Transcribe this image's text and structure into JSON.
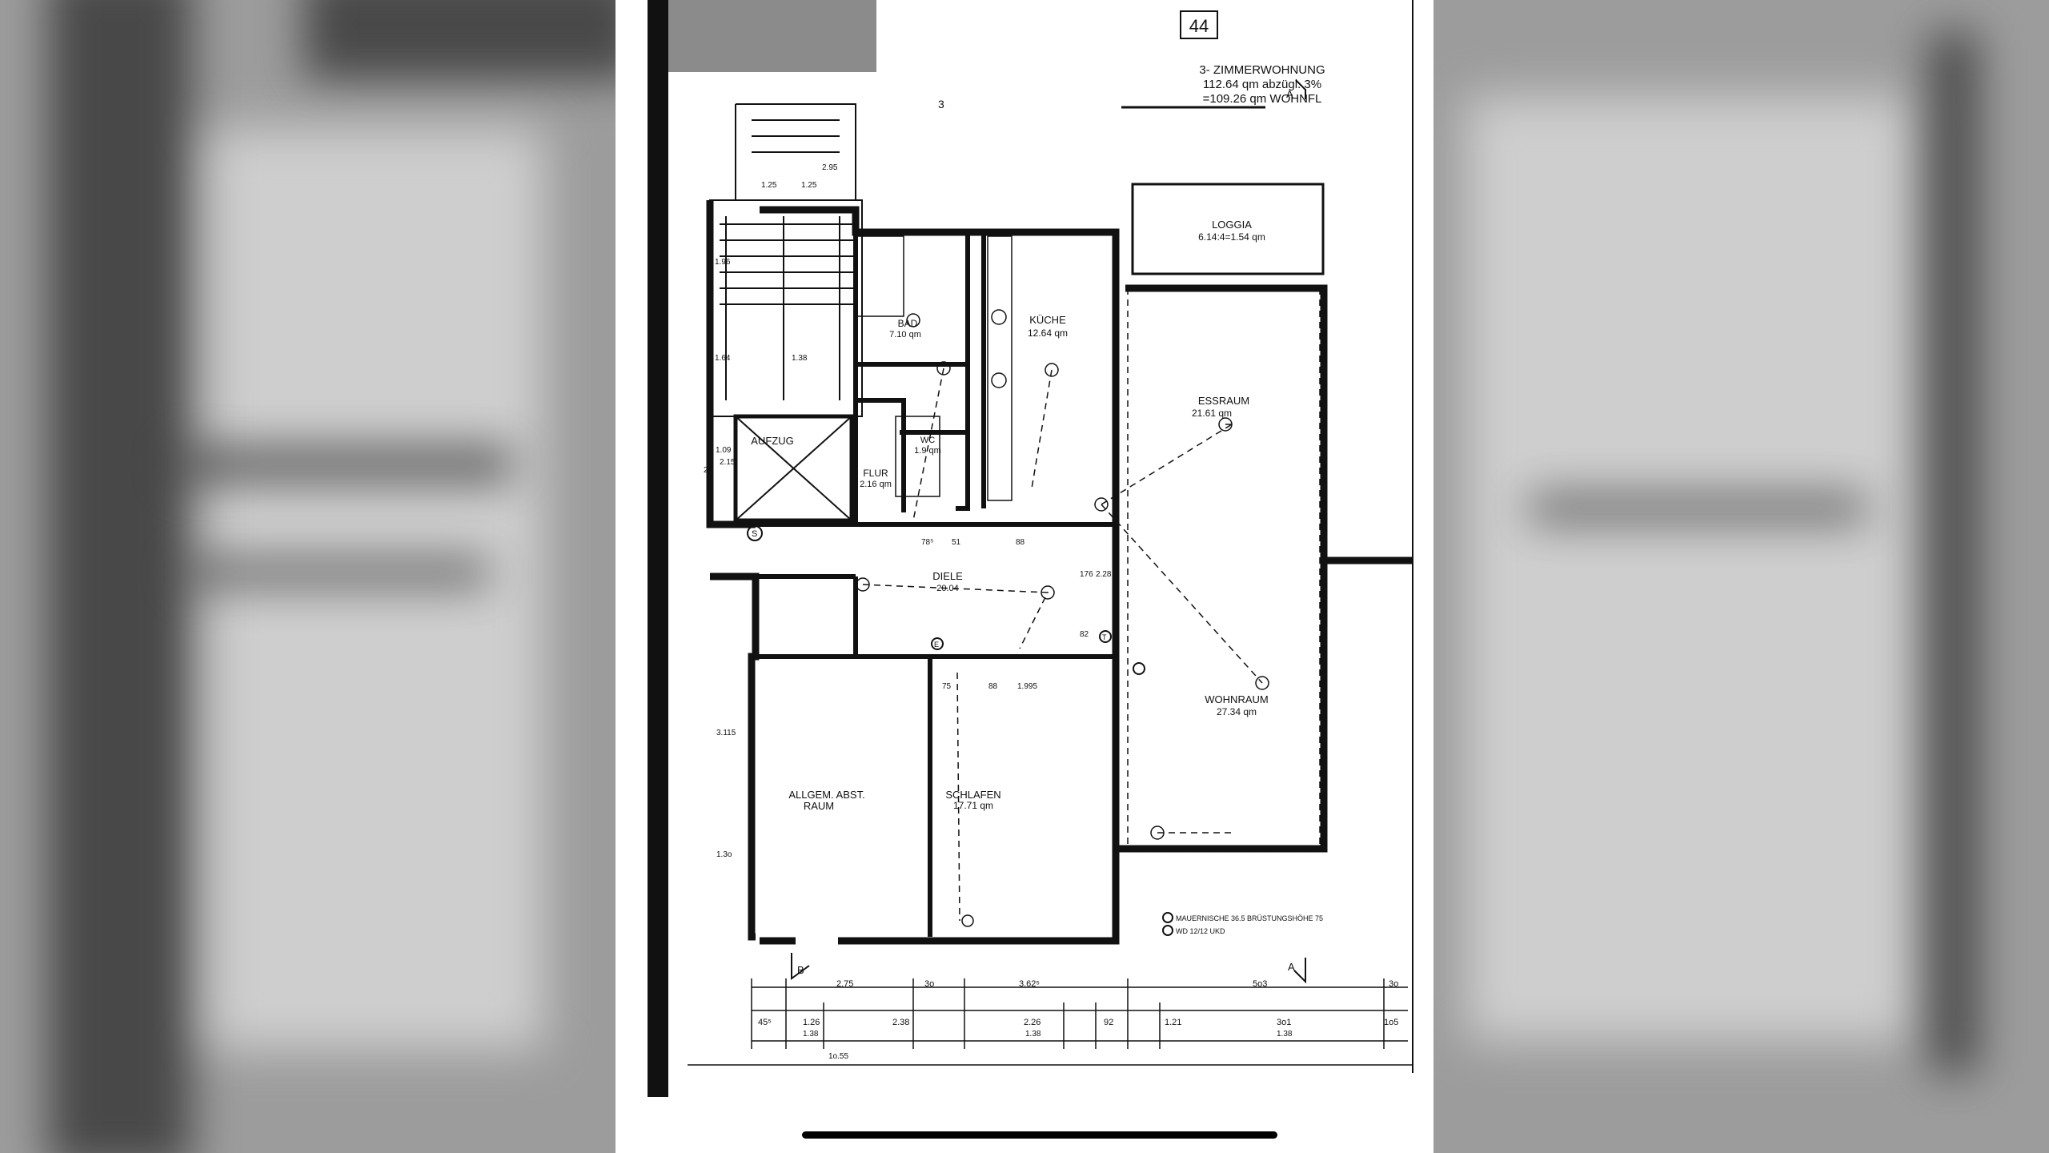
{
  "sheet_number": "44",
  "header": {
    "unit_type": "3- ZIMMERWOHNUNG",
    "area_line": "112.64 qm abzügl. 3%",
    "living_area": "=109.26 qm WOHNFL",
    "building_label": "3"
  },
  "rooms": {
    "loggia": {
      "name": "LOGGIA",
      "area": "6.14:4=1.54 qm"
    },
    "kitchen": {
      "name": "KÜCHE",
      "area": "12.64 qm"
    },
    "bath": {
      "name": "BAD",
      "area": "7.10 qm"
    },
    "wc": {
      "name": "WC",
      "area": "1.9 qm"
    },
    "hall": {
      "name": "FLUR",
      "area": "2.16 qm"
    },
    "lift": {
      "name": "AUFZUG"
    },
    "dining": {
      "name": "ESSRAUM",
      "area": "21.61 qm"
    },
    "entry": {
      "name": "DIELE",
      "area": "20.04"
    },
    "living": {
      "name": "WOHNRAUM",
      "area": "27.34 qm"
    },
    "bedroom": {
      "name": "SCHLAFEN",
      "area": "17.71 qm"
    },
    "storage": {
      "name": "ALLGEM. ABST.",
      "name2": "RAUM"
    }
  },
  "legend": {
    "a": "MAUERNISCHE 36.5 BRÜSTUNGSHÖHE 75",
    "e": "WD 12/12 UKD"
  },
  "dimensions": {
    "row1": [
      "2.75",
      "3o",
      "3.62⁵",
      "5o3",
      "3o"
    ],
    "row2": [
      "45⁵",
      "1.26",
      "2.38",
      "2.26",
      "92",
      "1.21",
      "3o1",
      "1o5"
    ],
    "row2b": [
      "1.38",
      "1.38",
      "1.38"
    ],
    "total": "1o.55",
    "misc": [
      "1.25",
      "1.25",
      "2.95",
      "1.96",
      "1.64",
      "1.38",
      "2.15",
      "1.09",
      "24",
      "3.115",
      "1.3o",
      "75",
      "88",
      "1.995",
      "78⁵",
      "51",
      "88",
      "176",
      "82",
      "2.28"
    ]
  },
  "markers": {
    "section_a": "A",
    "section_b": "B",
    "circle_s": "S",
    "circle_e": "E",
    "circle_t": "T"
  },
  "colors": {
    "ink": "#111111",
    "paper": "#ffffff",
    "backdrop": "#8a8a8a",
    "indicator": "#000000"
  }
}
